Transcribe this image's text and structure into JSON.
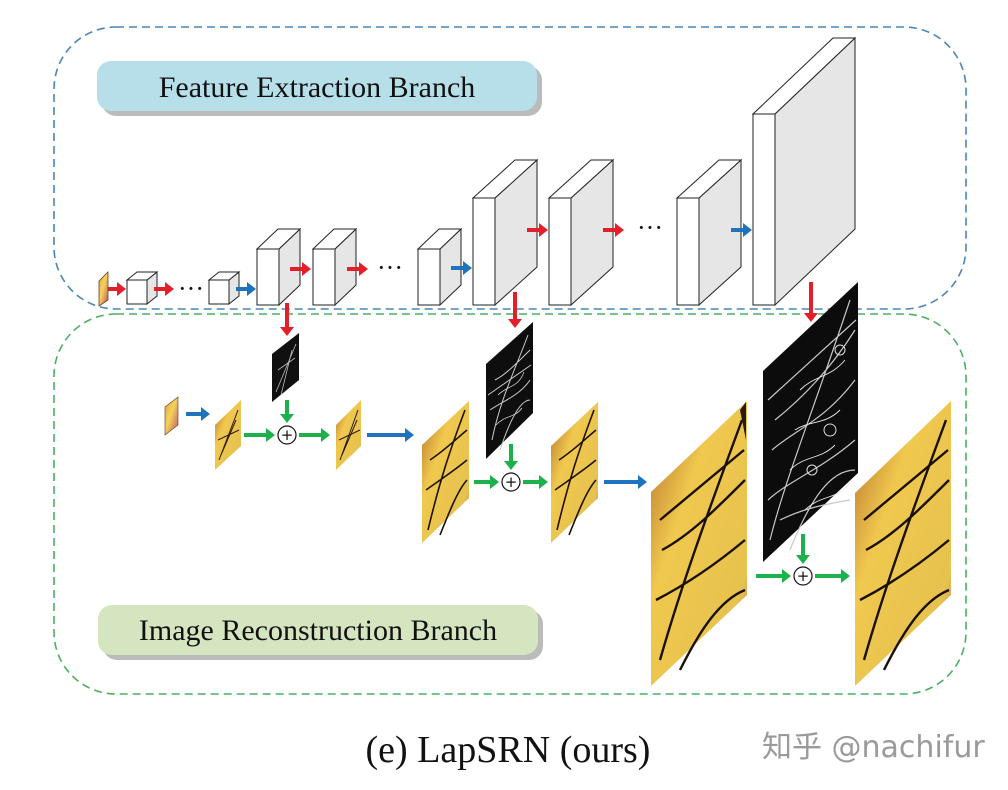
{
  "branches": {
    "feature": "Feature Extraction Branch",
    "reconstruction": "Image Reconstruction Branch"
  },
  "caption": "(e) LapSRN (ours)",
  "watermark": "知乎 @nachifur",
  "ellipsis": "···",
  "plus": "+",
  "colors": {
    "feature_border": "#4a86b8",
    "recon_border": "#4caf63",
    "feature_label_bg": "#b6dfe9",
    "recon_label_bg": "#d4e5c0",
    "arrow_red": "#e3202a",
    "arrow_blue": "#1f73bd",
    "arrow_green": "#1eb04b",
    "block_face": "#ffffff",
    "block_side": "#e6e6e6"
  },
  "icons": [
    "feature-block",
    "residual-map",
    "butterfly-image",
    "sum-node"
  ]
}
